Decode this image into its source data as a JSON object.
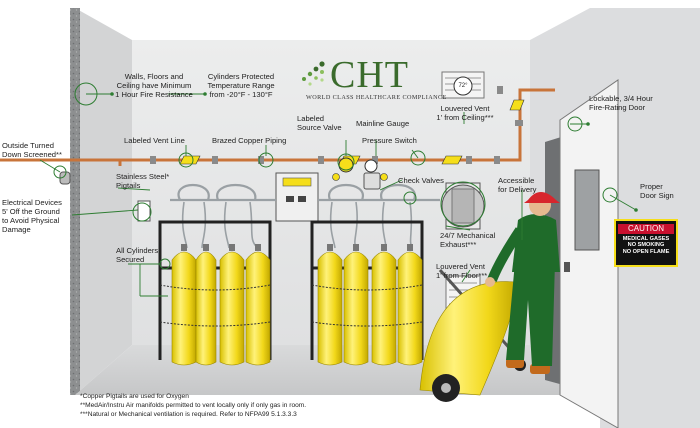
{
  "logo": {
    "name": "CHT",
    "tagline": "WORLD CLASS HEALTHCARE COMPLIANCE"
  },
  "labels": {
    "walls_fire": "Walls, Floors and\nCeiling have Minimum\n1 Hour Fire Resistance",
    "cyl_temp": "Cylinders Protected\nTemperature Range\nfrom -20°F - 130°F",
    "louver_ceiling": "Louvered Vent\n1' from Ceiling***",
    "lockable_door": "Lockable, 3/4 Hour\nFire-Rating Door",
    "outside_down": "Outside Turned\nDown Screened**",
    "labeled_vent": "Labeled Vent Line",
    "brazed_copper": "Brazed Copper Piping",
    "labeled_source": "Labeled\nSource Valve",
    "mainline_gauge": "Mainline Gauge",
    "pressure_switch": "Pressure Switch",
    "stainless": "Stainless Steel*\nPigtails",
    "check_valves": "Check Valves",
    "accessible": "Accessible\nfor Delivery",
    "proper_door_sign": "Proper\nDoor Sign",
    "electrical": "Electrical Devices\n5' Off the Ground\nto Avoid Physical\nDamage",
    "mech_exhaust": "24/7 Mechanical\nExhaust***",
    "all_cylinders": "All Cylinders\nSecured",
    "louver_floor": "Louvered Vent\n1' from Floor***"
  },
  "sign": {
    "header": "CAUTION",
    "body": "MEDICAL GASES\nNO SMOKING\nNO OPEN FLAME"
  },
  "gauge_text": {
    "ceiling_vent_temp": "72°"
  },
  "footnotes": [
    "*Copper Pigtails are used for Oxygen",
    "**MedAir/Instru Air manifolds permitted to vent locally only if only gas in room.",
    "***Natural or Mechanical ventilation is required. Refer to NFPA99 5.1.3.3.3"
  ],
  "colors": {
    "brand_green": "#3a6b2c",
    "callout_green": "#2e7d32",
    "cylinder_yellow": "#f5de1a",
    "copper_pipe": "#c8743a",
    "wall_gray": "#e4e5e6",
    "worker_green": "#1f6b2a",
    "hard_hat_red": "#d7262d",
    "sign_red": "#c8102e"
  }
}
